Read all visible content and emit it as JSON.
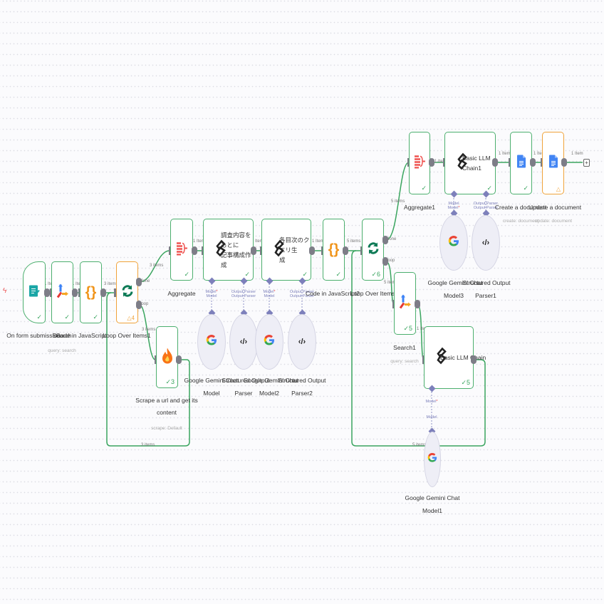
{
  "canvas": {
    "background": "#fbfbfd",
    "success_color": "#4caf6e",
    "warning_color": "#f0a33a",
    "sub_color": "#7d80bb"
  },
  "nodes": {
    "form_trigger": {
      "label": "On form submission",
      "icon": "form-icon",
      "status": "success"
    },
    "search": {
      "label": "Search",
      "subtitle": "query: search",
      "icon": "search-api-icon",
      "status": "success"
    },
    "code_js": {
      "label": "Code in JavaScript",
      "icon": "code-braces-icon",
      "status": "success"
    },
    "loop1": {
      "label": "Loop Over Items1",
      "icon": "loop-icon",
      "status": "warning",
      "badge": "4",
      "outputs": [
        "done",
        "loop"
      ]
    },
    "scrape": {
      "label": "Scrape a url and get its content",
      "label_line1": "Scrape a url and get its",
      "label_line2": "content",
      "subtitle": "scrape: Default",
      "icon": "firecrawl-icon",
      "status": "success",
      "badge": "3"
    },
    "aggregate": {
      "label": "Aggregate",
      "icon": "aggregate-icon",
      "status": "success"
    },
    "llm_outline": {
      "title_line1": "調査内容をもとに",
      "title_line2": "記事構成作成",
      "icon": "chain-link-icon",
      "status": "success"
    },
    "llm_query": {
      "title_line1": "各目次のクエリ生",
      "title_line2": "成",
      "icon": "chain-link-icon",
      "status": "success"
    },
    "code_js2": {
      "label": "Code in JavaScript2",
      "icon": "code-braces-icon",
      "status": "success"
    },
    "loop2": {
      "label": "Loop Over Items",
      "icon": "loop-icon",
      "status": "success",
      "badge": "6",
      "outputs": [
        "done",
        "loop"
      ]
    },
    "aggregate1": {
      "label": "Aggregate1",
      "icon": "aggregate-icon",
      "status": "success"
    },
    "llm_chain1": {
      "title_line1": "Basic LLM",
      "title_line2": "Chain1",
      "icon": "chain-link-icon",
      "status": "success"
    },
    "create_doc": {
      "label": "Create a document",
      "subtitle": "create: document",
      "icon": "google-docs-icon",
      "status": "success"
    },
    "update_doc": {
      "label": "Update a document",
      "subtitle": "update: document",
      "icon": "google-docs-icon",
      "status": "warning"
    },
    "search1": {
      "label": "Search1",
      "subtitle": "query: search",
      "icon": "search-api-icon",
      "status": "success",
      "badge": "5"
    },
    "llm_chain": {
      "title": "Basic LLM Chain",
      "icon": "chain-link-icon",
      "status": "success",
      "badge": "5"
    }
  },
  "sub_nodes": {
    "gemini": {
      "line1": "Google Gemini Chat",
      "line2": "Model"
    },
    "parser": {
      "line1": "Structured Output",
      "line2": "Parser"
    },
    "gemini2": {
      "line1": "Google Gemini Chat",
      "line2": "Model2"
    },
    "parser2": {
      "line1": "Structured Output",
      "line2": "Parser2"
    },
    "gemini3": {
      "line1": "Google Gemini Chat",
      "line2": "Model3"
    },
    "parser1": {
      "line1": "Structured Output",
      "line2": "Parser1"
    },
    "gemini1": {
      "line1": "Google Gemini Chat",
      "line2": "Model1"
    }
  },
  "connector_labels": {
    "model": "Model",
    "output_parser": "Output Parser",
    "required_mark": "*"
  },
  "edge_labels": {
    "e1": "1 Item",
    "e2": "1 Item",
    "e3": "3 items",
    "e4": "3 items",
    "e5": "3 items",
    "e6": "3 items",
    "e7": "1 Item",
    "e8": "1 Item",
    "e9": "1 Item",
    "e10": "5 items",
    "e11": "5 items",
    "e12": "5 items",
    "e13": "1 Item",
    "e14": "1 Item",
    "e15": "1 Item",
    "e16": "1 Item",
    "e17": "1 Item",
    "e18": "5 items"
  },
  "ports": {
    "done": "done",
    "loop": "loop"
  },
  "add_button": "+"
}
